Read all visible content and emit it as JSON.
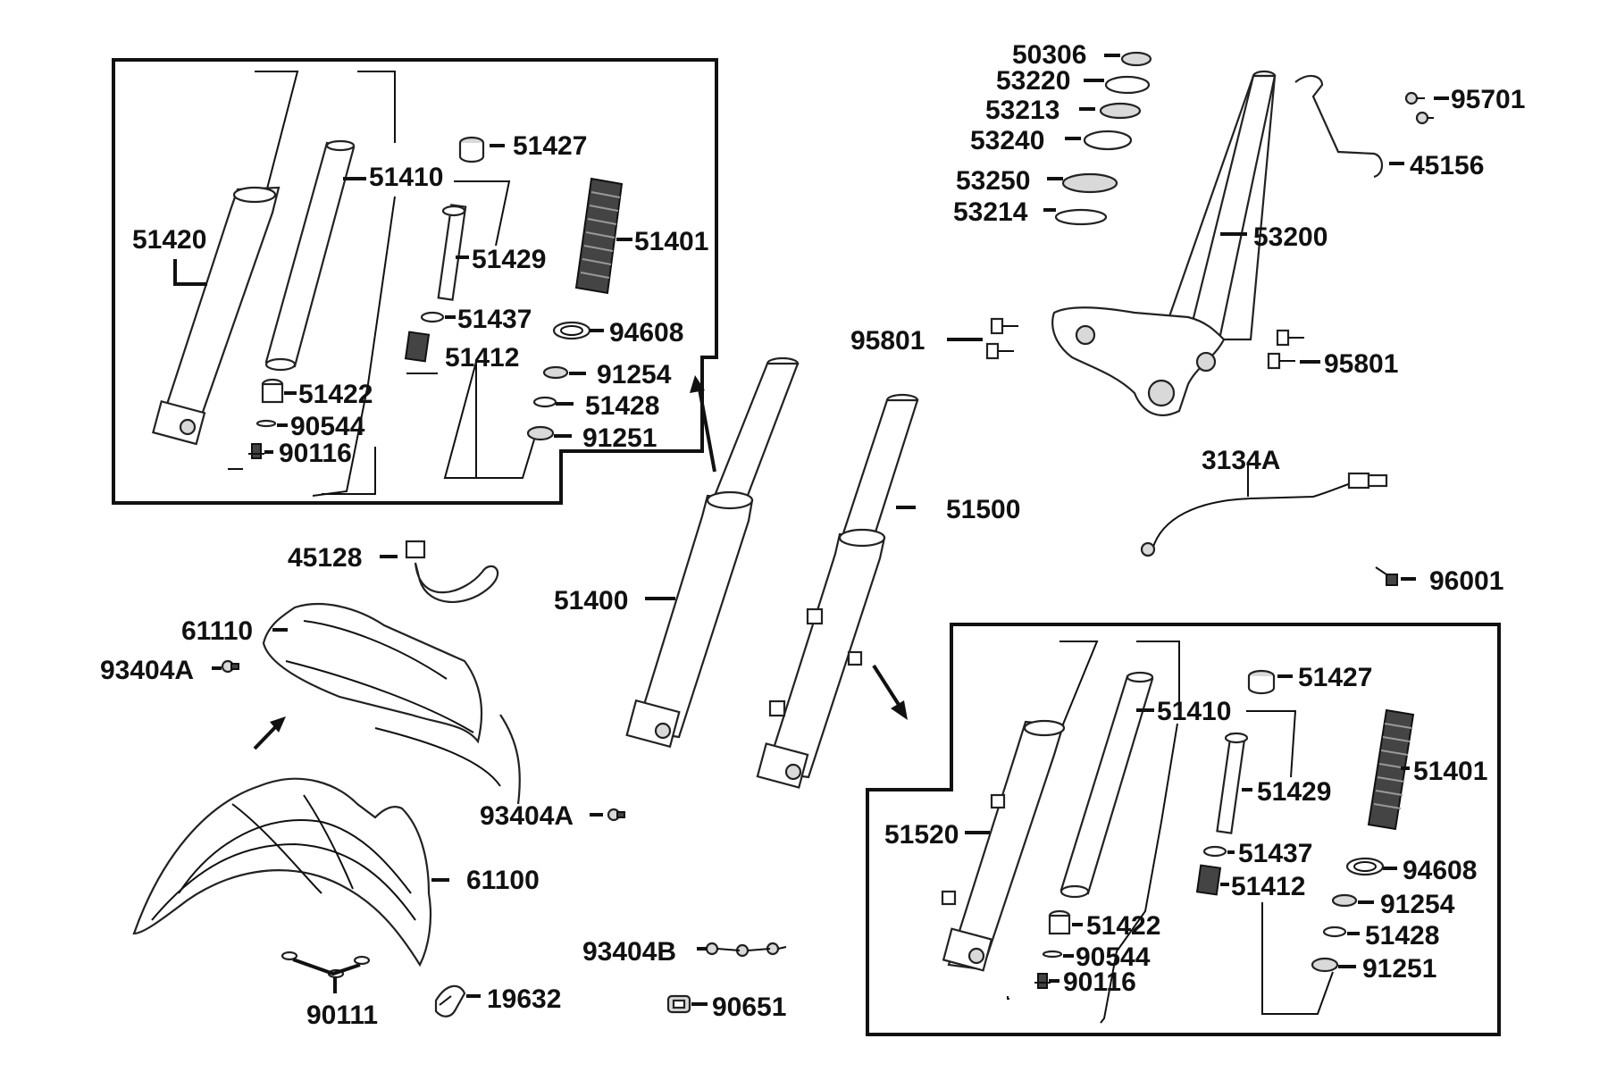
{
  "labels": {
    "p51420": "51420",
    "p51410_a": "51410",
    "p51427_a": "51427",
    "p51401_a": "51401",
    "p51429_a": "51429",
    "p51437_a": "51437",
    "p94608_a": "94608",
    "p51412_a": "51412",
    "p91254_a": "91254",
    "p51428_a": "51428",
    "p91251_a": "91251",
    "p51422_a": "51422",
    "p90544_a": "90544",
    "p90116_a": "90116",
    "p45128": "45128",
    "p61110": "61110",
    "p93404A_a": "93404A",
    "p93404A_b": "93404A",
    "p61100": "61100",
    "p90111": "90111",
    "p19632": "19632",
    "p93404B": "93404B",
    "p90651": "90651",
    "p51400": "51400",
    "p51500": "51500",
    "p50306": "50306",
    "p53220": "53220",
    "p53213": "53213",
    "p53240": "53240",
    "p53250": "53250",
    "p53214": "53214",
    "p53200": "53200",
    "p95701": "95701",
    "p45156": "45156",
    "p95801_a": "95801",
    "p95801_b": "95801",
    "p3134A": "3134A",
    "p96001": "96001",
    "p51427_b": "51427",
    "p51410_b": "51410",
    "p51401_b": "51401",
    "p51429_b": "51429",
    "p51520": "51520",
    "p51437_b": "51437",
    "p94608_b": "94608",
    "p51412_b": "51412",
    "p91254_b": "91254",
    "p51422_b": "51422",
    "p51428_b": "51428",
    "p90544_b": "90544",
    "p91251_b": "91251",
    "p90116_b": "90116"
  }
}
